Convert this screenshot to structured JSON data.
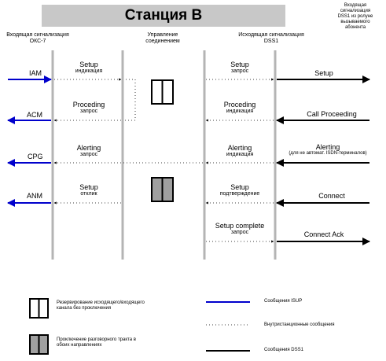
{
  "title": "Станция B",
  "top_right_note": [
    "Входящая",
    "сигнализация",
    "DSS1 из ролуне",
    "вызываемого",
    "абонента"
  ],
  "column_headers": {
    "left": [
      "Входящая сигнализация",
      "ОКС-7"
    ],
    "middle": [
      "Управление",
      "соединением"
    ],
    "right": [
      "Исходящая сигнализация",
      "DSS1"
    ]
  },
  "left_messages": [
    "IAM",
    "ACM",
    "CPG",
    "ANM"
  ],
  "left_inner": [
    {
      "label": "Setup",
      "sub": "индикация"
    },
    {
      "label": "Proceding",
      "sub": "запрос"
    },
    {
      "label": "Alerting",
      "sub": "запрос"
    },
    {
      "label": "Setup",
      "sub": "отклик"
    }
  ],
  "right_inner": [
    {
      "label": "Setup",
      "sub": "запрос"
    },
    {
      "label": "Proceding",
      "sub": "индикация"
    },
    {
      "label": "Alerting",
      "sub": "индикация"
    },
    {
      "label": "Setup",
      "sub": "подтверждение"
    },
    {
      "label": "Setup complete",
      "sub": "запрос"
    }
  ],
  "right_messages": [
    {
      "label": "Setup",
      "sub": ""
    },
    {
      "label": "Call Proceeding",
      "sub": ""
    },
    {
      "label": "Alerting",
      "sub": "(для не автомат. ISDN-терминалов)"
    },
    {
      "label": "Connect",
      "sub": ""
    },
    {
      "label": "Connect Ack",
      "sub": ""
    }
  ],
  "legend": {
    "reserve": [
      "Резервирование исходящего/входящего",
      "канала без проключения"
    ],
    "connect": [
      "Проключение разговорного тракта в",
      "обоих направлениях"
    ],
    "isup": "Сообщения ISUP",
    "internal": "Внутристанционные сообщения",
    "dss1": "Сообщения DSS1"
  },
  "colors": {
    "isup_blue": "#0000cc",
    "dss1_black": "#000000",
    "header_gray": "#c8c8c8",
    "lifeline_gray": "#b4b4b4",
    "box_gray": "#a0a0a0"
  }
}
